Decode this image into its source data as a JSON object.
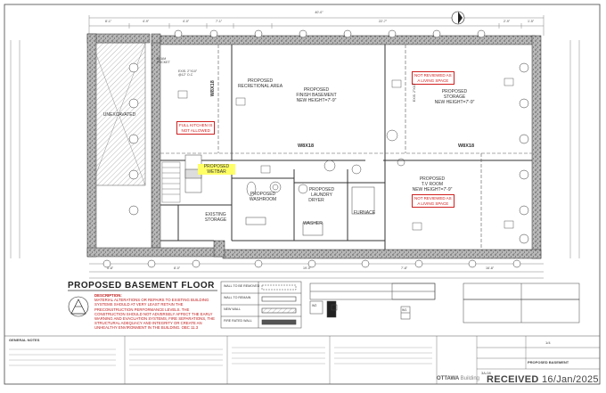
{
  "drawing": {
    "title": "PROPOSED BASEMENT FLOOR",
    "beam_1": "W8X18",
    "beam_2": "W8X18",
    "beam_3": "W8X18",
    "rooms": {
      "rec_area": "PROPOSED\nRECRETIONAL AREA",
      "finish_basement": "PROPOSED\nFINISH BASEMENT\nNEW HEIGHT=7'-9\"",
      "storage": "PROPOSED\nSTORAGE\nNEW HEIGHT=7'-9\"",
      "tv_room": "PROPOSED\nT.V ROOM\nNEW HEIGHT=7'-9\"",
      "washroom": "PROPOSED\nWASHROOM",
      "laundry": "PROPOSED\nLAUNDRY",
      "dryer": "DRYER",
      "washer": "WASHER",
      "furnace": "FURNACE",
      "existing_storage": "EXISTING\nSTORAGE",
      "unexcavated": "UNEXCAVATED",
      "wetbar": "PROPOSED\nWETBAR"
    },
    "notes": {
      "full_kitchen": "FULL KITCHEN IS\nNOT ALLOWED",
      "not_living_1": "NOT REVIEWED AS\nA LIVING SPACE",
      "not_living_2": "NOT REVIEWED AS\nA LIVING SPACE"
    },
    "joists": "EXIS. 2\"X10\"\n@12\" O.C",
    "exist_joists": "EXIS. 2\"X10\"",
    "beam_label": "BEAM\nPOCKET",
    "dims_top": [
      "8'-1\"",
      "4'-9\"",
      "4'-0\"",
      "7'-1\"",
      "22'-7\"",
      "2'-9\"",
      "1'-5\""
    ],
    "dim_overall": "40'-0\"",
    "dims_bottom": [
      "5'-8\"",
      "8'-0\"",
      "19'-0\"",
      "7'-8\"",
      "16'-8\""
    ]
  },
  "legend": {
    "description_title": "DESCRIPTION:",
    "description": "MATERIAL ALTERATIONS OR REPAIRS TO EXISTING BUILDING SYSTEMS SHOULD AT VERY LEAST RETAIN THE PRECONSTRUCTION PERFORMANCE LEVELS. THE CONSTRUCTION SHOULD NOT ADVERSELY AFFECT THE EARLY WARNING AND EVACUATION SYSTEMS, FIRE SEPARATIONS, THE STRUCTURAL ADEQUACY AND INTEGRITY OR CREATE AN UNHEALTHY ENVIRONMENT IN THE BUILDING. OBC 11.3",
    "rows": [
      "WALL TO BE REMOVED",
      "WALL TO REMAIN",
      "NEW WALL",
      "FIRE RATED WALL"
    ],
    "w1": "W1",
    "w2": "W2"
  },
  "title_block": {
    "general_notes": "GENERAL NOTES",
    "project": "PROPOSED BASEMENT",
    "sheet": "3A-08",
    "scale": "1/4",
    "received": "RECEIVED",
    "received_date": "16/Jan/2025",
    "ottawa": "OTTAWA",
    "building": "Building"
  }
}
